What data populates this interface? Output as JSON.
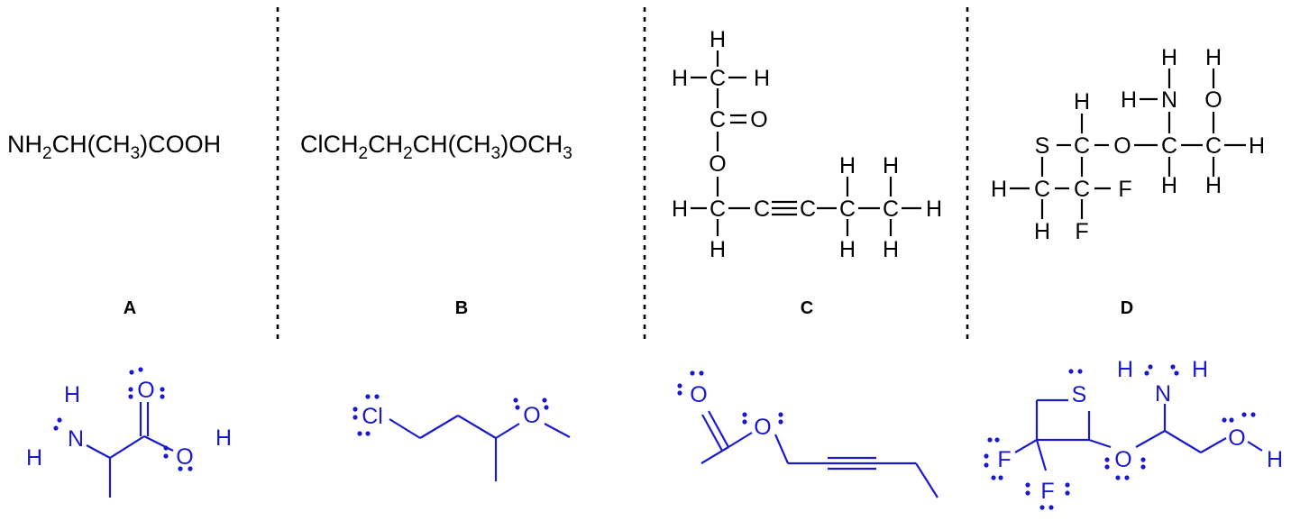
{
  "panels": [
    {
      "label": "A",
      "condensed": [
        {
          "t": "NH"
        },
        {
          "t": "2",
          "sub": true
        },
        {
          "t": "CH(CH"
        },
        {
          "t": "3",
          "sub": true
        },
        {
          "t": ")COOH"
        }
      ]
    },
    {
      "label": "B",
      "condensed": [
        {
          "t": "ClCH"
        },
        {
          "t": "2",
          "sub": true
        },
        {
          "t": "CH"
        },
        {
          "t": "2",
          "sub": true
        },
        {
          "t": "CH(CH"
        },
        {
          "t": "3",
          "sub": true
        },
        {
          "t": ")OCH"
        },
        {
          "t": "3",
          "sub": true
        }
      ]
    },
    {
      "label": "C"
    },
    {
      "label": "D"
    }
  ],
  "atoms": {
    "H": "H",
    "C": "C",
    "O": "O",
    "N": "N",
    "S": "S",
    "F": "F",
    "Cl": "Cl"
  },
  "colors": {
    "structure": "#000000",
    "skeletal": "#1a1acc"
  }
}
